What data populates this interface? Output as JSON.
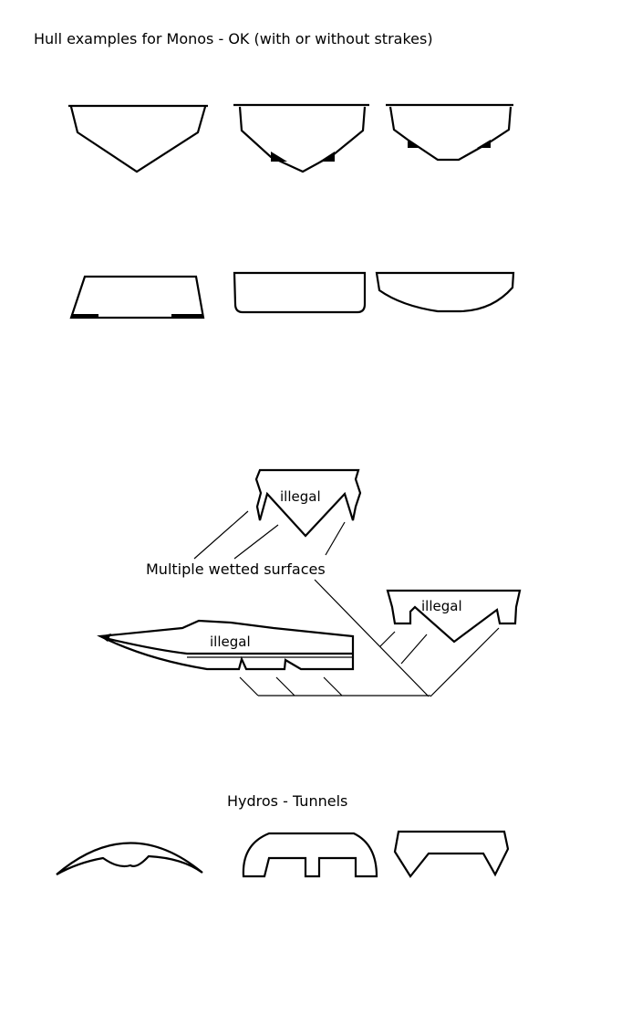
{
  "title": "Hull examples for Monos - OK (with or without strakes)",
  "illegal_section": {
    "label_top": "illegal",
    "label_right": "illegal",
    "label_side": "illegal",
    "caption": "Multiple wetted surfaces"
  },
  "hydros_title": "Hydros - Tunnels",
  "colors": {
    "ink": "#000000",
    "background": "#ffffff"
  }
}
